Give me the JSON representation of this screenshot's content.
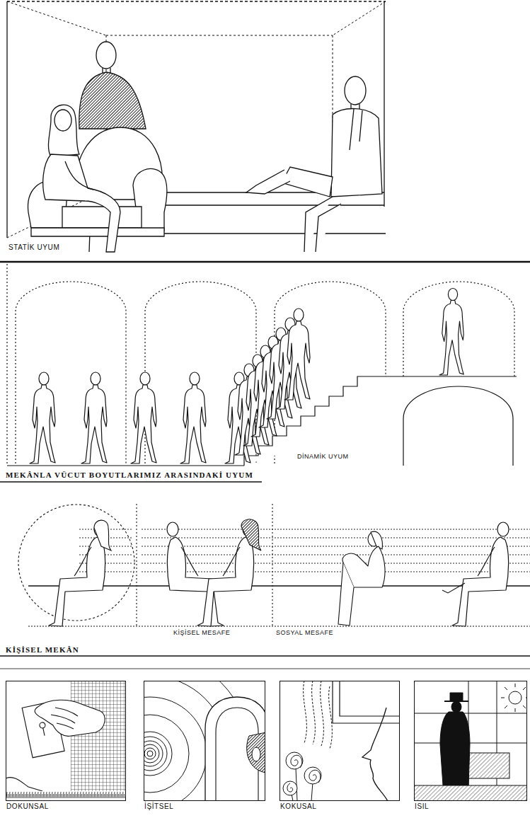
{
  "diagram": {
    "nodes": [
      {
        "text": [
          "STATİK UYUM"
        ]
      },
      {
        "text": [
          "DOKUNSAL"
        ]
      },
      {
        "text": [
          "İŞİTSEL"
        ]
      },
      {
        "text": [
          "KOKUSAL"
        ]
      },
      {
        "text": [
          "ISIL"
        ]
      }
    ],
    "labels": [
      "DİNAMİK UYUM",
      "MEKÂNLA VÜCUT BOYUTLARIMIZ ARASINDAKİ UYUM",
      "KİŞİSEL MESAFE",
      "SOSYAL MESAFE",
      "KİŞİSEL MEKÂN"
    ]
  }
}
